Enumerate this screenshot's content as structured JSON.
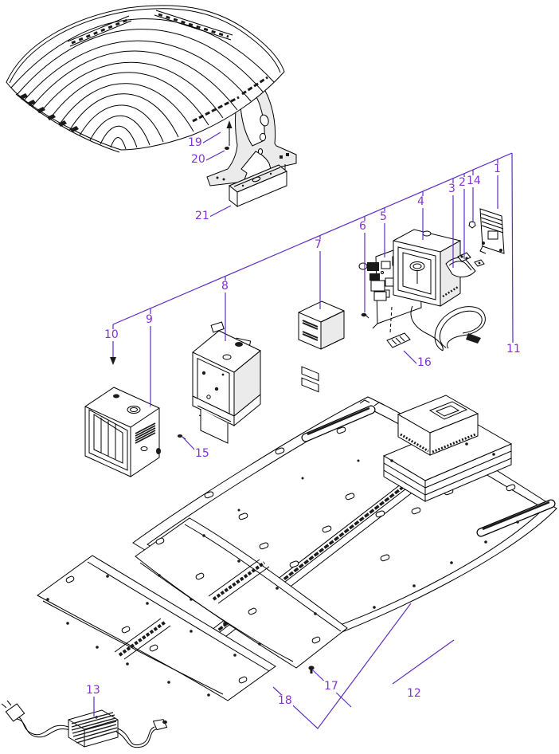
{
  "colors": {
    "ink": "#000000",
    "shade": "#ebebeb",
    "dark_fill": "#1a1a1a",
    "callout_line": "#5f2cc4",
    "callout_text": "#8430d6",
    "background": "#ffffff"
  },
  "callouts": [
    {
      "label": "1"
    },
    {
      "label": "2"
    },
    {
      "label": "3"
    },
    {
      "label": "4"
    },
    {
      "label": "5"
    },
    {
      "label": "6"
    },
    {
      "label": "7"
    },
    {
      "label": "8"
    },
    {
      "label": "9"
    },
    {
      "label": "10"
    },
    {
      "label": "11"
    },
    {
      "label": "12"
    },
    {
      "label": "13"
    },
    {
      "label": "14"
    },
    {
      "label": "15"
    },
    {
      "label": "16"
    },
    {
      "label": "17"
    },
    {
      "label": "18"
    },
    {
      "label": "19"
    },
    {
      "label": "20"
    },
    {
      "label": "21"
    }
  ]
}
